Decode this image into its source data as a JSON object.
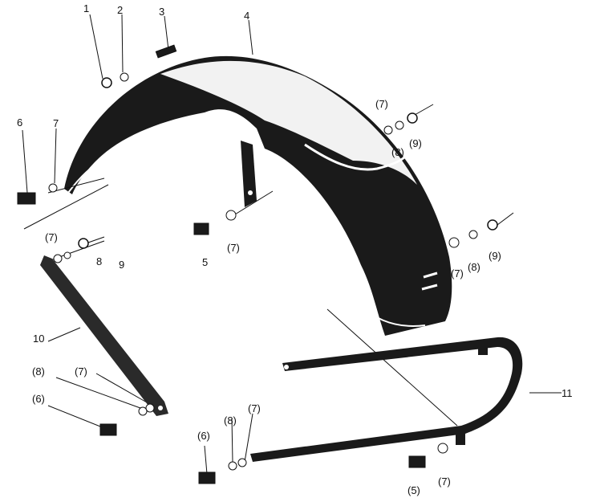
{
  "labels": {
    "n1": "1",
    "n2": "2",
    "n3": "3",
    "n4": "4",
    "n6a": "6",
    "n7a": "7",
    "p7b": "(7)",
    "p8b": "(8)",
    "p9b": "(9)",
    "n5a": "5",
    "p7c": "(7)",
    "p7d": "(7)",
    "n8a": "8",
    "n9a": "9",
    "p7e": "(7)",
    "p8e": "(8)",
    "p9e": "(9)",
    "n10": "10",
    "p8f": "(8)",
    "p7f": "(7)",
    "p6f": "(6)",
    "n11": "11",
    "p6g": "(6)",
    "p8g": "(8)",
    "p7g": "(7)",
    "p5h": "(5)",
    "p7h": "(7)"
  }
}
